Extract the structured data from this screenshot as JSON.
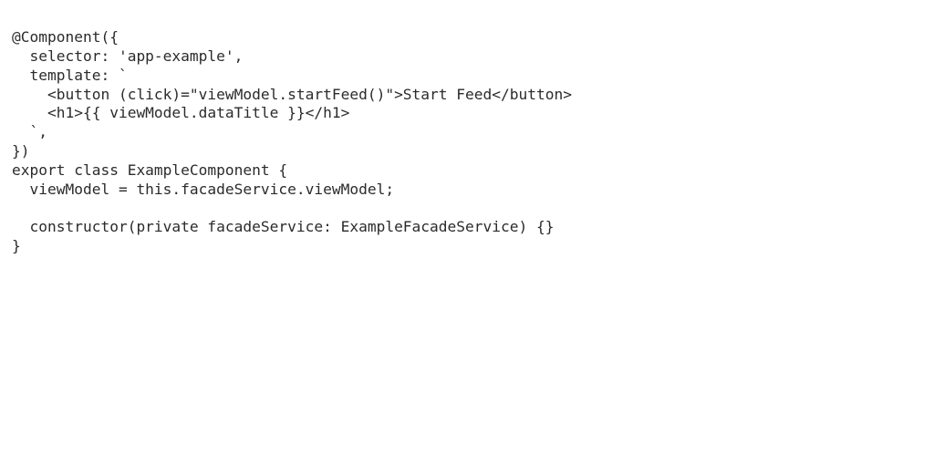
{
  "code": {
    "lines": [
      "@Component({",
      "  selector: 'app-example',",
      "  template: `",
      "    <button (click)=\"viewModel.startFeed()\">Start Feed</button>",
      "    <h1>{{ viewModel.dataTitle }}</h1>",
      "  `,",
      "})",
      "export class ExampleComponent {",
      "  viewModel = this.facadeService.viewModel;",
      "",
      "  constructor(private facadeService: ExampleFacadeService) {}",
      "}"
    ]
  }
}
